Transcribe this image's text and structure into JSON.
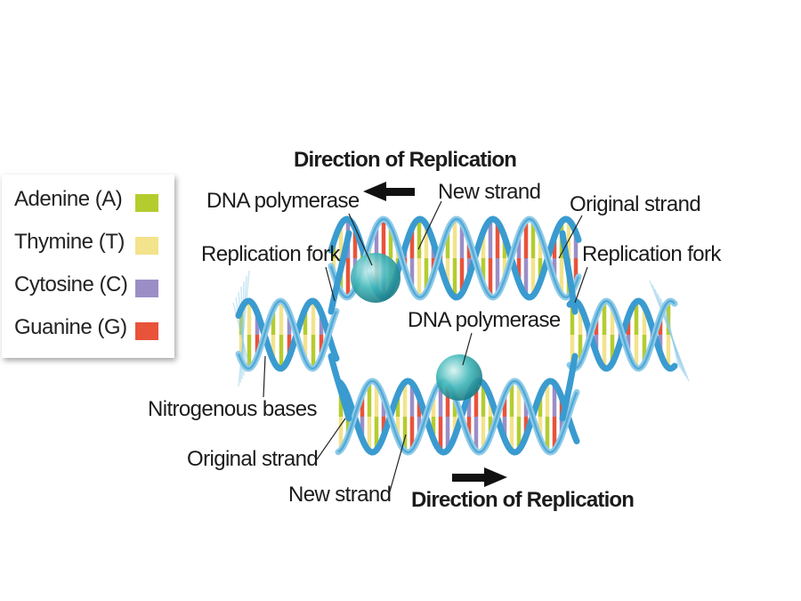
{
  "legend": {
    "items": [
      {
        "label": "Adenine (A)",
        "color": "#b5cc2e"
      },
      {
        "label": "Thymine (T)",
        "color": "#f3e38c"
      },
      {
        "label": "Cytosine (C)",
        "color": "#9b8ec6"
      },
      {
        "label": "Guanine (G)",
        "color": "#e8533a"
      }
    ]
  },
  "labels": {
    "direction_top": "Direction of Replication",
    "direction_bottom": "Direction of Replication",
    "dna_polymerase_top": "DNA polymerase",
    "dna_polymerase_mid": "DNA polymerase",
    "new_strand_top": "New strand",
    "new_strand_bottom": "New strand",
    "original_strand_top": "Original strand",
    "original_strand_bottom": "Original strand",
    "replication_fork_left": "Replication fork",
    "replication_fork_right": "Replication fork",
    "nitrogenous_bases": "Nitrogenous bases"
  },
  "colors": {
    "backbone": "#3a9bd0",
    "backbone_light": "#8fcbe8",
    "polymerase": "#3fb6b8",
    "arrow": "#111111"
  }
}
